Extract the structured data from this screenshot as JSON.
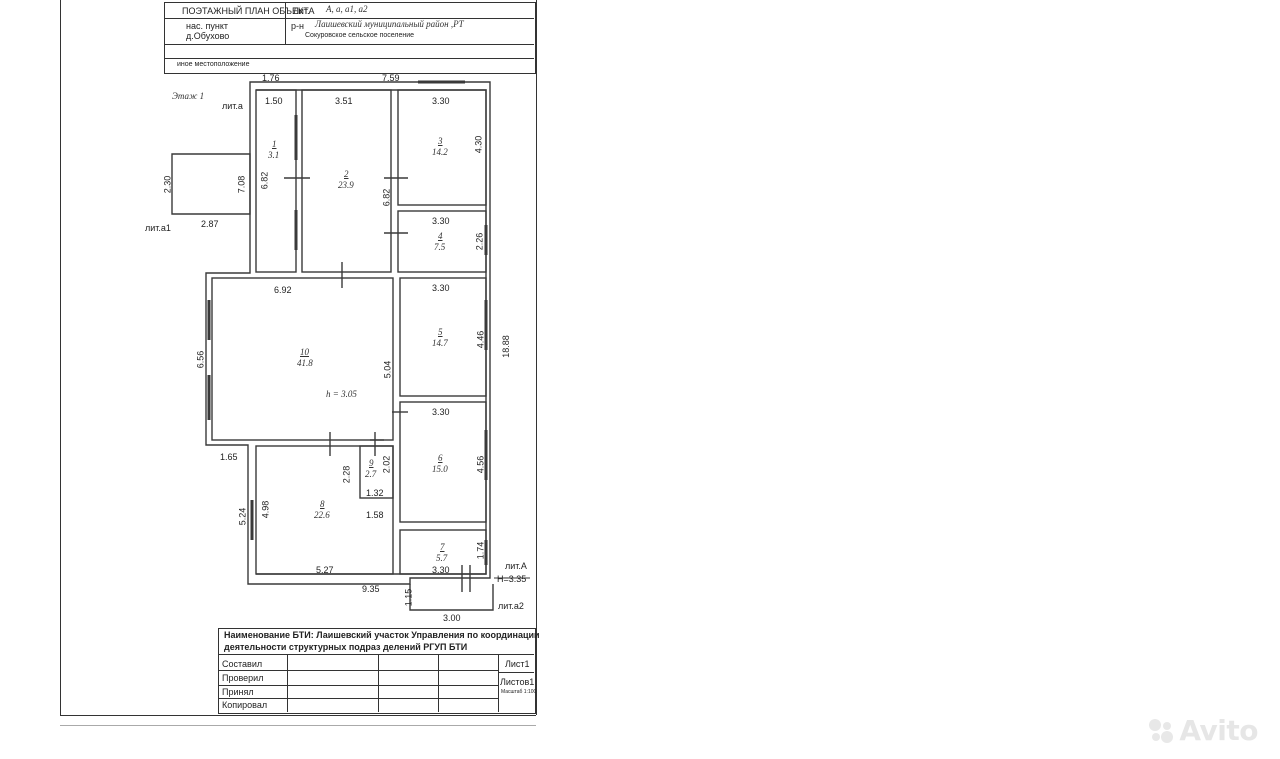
{
  "header": {
    "title": "ПОЭТАЖНЫЙ ПЛАН ОБЪЕКТА",
    "lit_label": "Лит.",
    "lit_value": "А, а, а1, а2",
    "np_label_1": "нас. пункт",
    "np_value": "д.Обухово",
    "rn_label": "р-н",
    "rn_value": "Лаишевский муниципальный район ,РТ",
    "settlement": "Сокуровское сельское поселение",
    "other_location": "иное местоположение"
  },
  "plan": {
    "floor_label": "Этаж 1",
    "lit_a": "лит.а",
    "lit_a1": "лит.а1",
    "lit_A": "лит.А",
    "height_total": "Н=3.35",
    "lit_a2": "лит.а2",
    "ceiling_h": "h = 3.05",
    "dims": {
      "top_176": "1.76",
      "top_759": "7.59",
      "r1_150": "1.50",
      "r2_351": "3.51",
      "r3_330": "3.30",
      "r3_430": "4.30",
      "r1_682": "6.82",
      "r2_682": "6.82",
      "left_708": "7.08",
      "ext_230": "2.30",
      "ext_287": "2.87",
      "r4_330": "3.30",
      "r4_226": "2.26",
      "r10_692": "6.92",
      "r5_330": "3.30",
      "r5_446": "4.46",
      "total_1888": "18.88",
      "r10_656": "6.56",
      "r10_504": "5.04",
      "r6_330": "3.30",
      "left_165": "1.65",
      "r9_228": "2.28",
      "r9_202": "2.02",
      "r6_456": "4.56",
      "r9_132": "1.32",
      "r8_524": "5.24",
      "r8_498": "4.98",
      "r8_158": "1.58",
      "r7_174": "1.74",
      "r8_527": "5.27",
      "r7_330": "3.30",
      "bottom_935": "9.35",
      "ext_115": "1.15",
      "ext_300": "3.00"
    },
    "rooms": [
      {
        "num": "1",
        "area": "3.1"
      },
      {
        "num": "2",
        "area": "23.9"
      },
      {
        "num": "3",
        "area": "14.2"
      },
      {
        "num": "4",
        "area": "7.5"
      },
      {
        "num": "10",
        "area": "41.8"
      },
      {
        "num": "5",
        "area": "14.7"
      },
      {
        "num": "6",
        "area": "15.0"
      },
      {
        "num": "9",
        "area": "2.7"
      },
      {
        "num": "8",
        "area": "22.6"
      },
      {
        "num": "7",
        "area": "5.7"
      }
    ]
  },
  "footer": {
    "bti_line1": "Наименование БТИ: Лаишевский  участок Управления по координации",
    "bti_line2": "деятельности структурных подраз делений РГУП БТИ",
    "row_sostavil": "Составил",
    "row_proveril": "Проверил",
    "row_prinyal": "Принял",
    "row_kopiroval": "Копировал",
    "sheet": "Лист1",
    "sheets": "Листов1",
    "scale": "Масштаб 1:100"
  },
  "watermark": {
    "text": "Avito",
    "icon": "avito-logo-icon"
  }
}
